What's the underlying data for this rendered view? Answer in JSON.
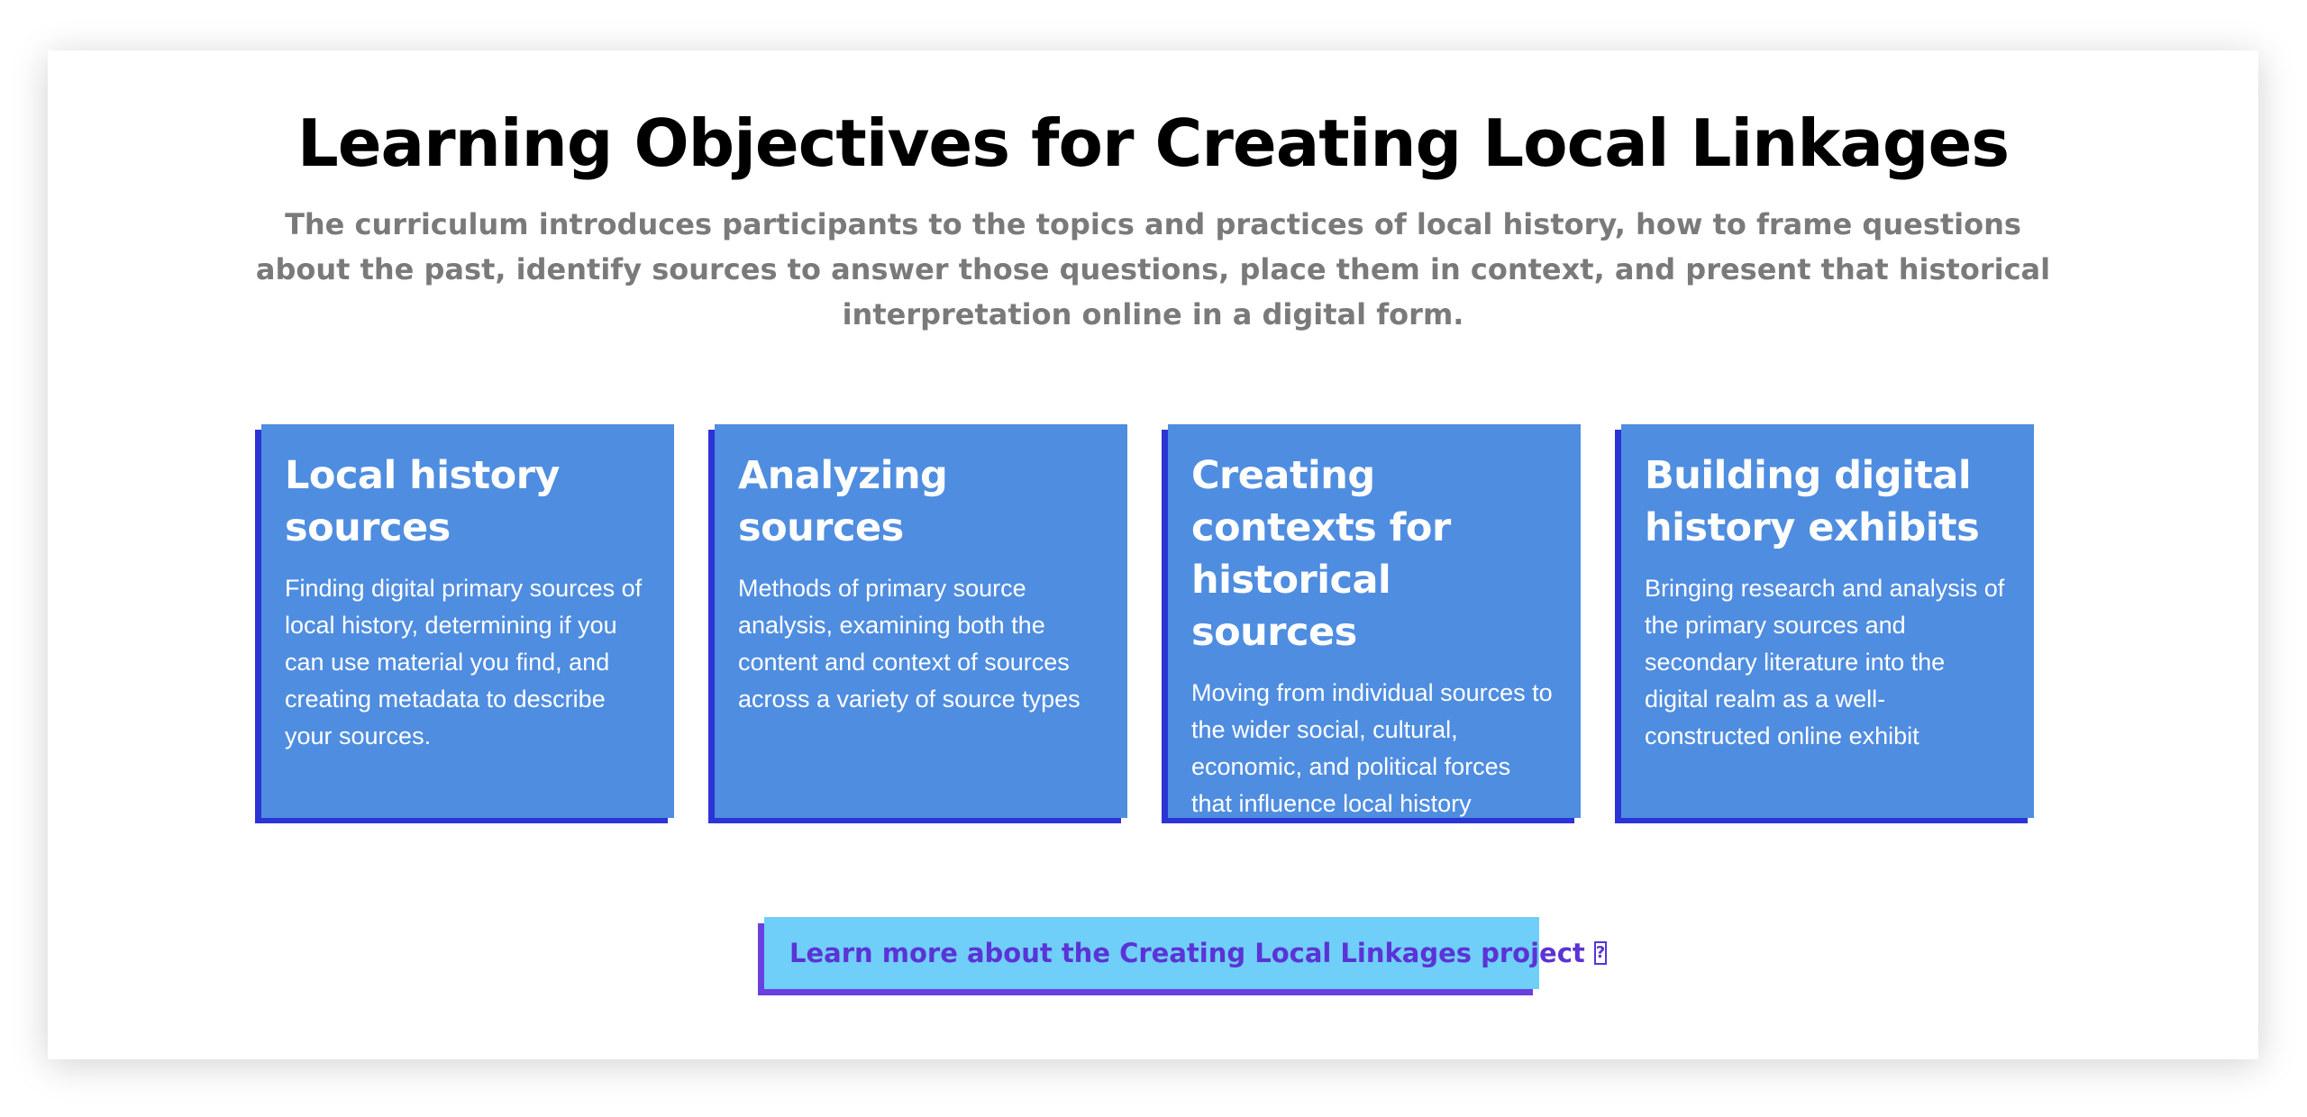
{
  "header": {
    "title": "Learning Objectives for Creating Local Linkages",
    "intro": "The curriculum introduces participants to the topics and practices of local history, how to frame questions about the past, identify sources to answer those questions, place them in context, and present that historical interpretation online in a digital form."
  },
  "cards": [
    {
      "title": "Local history sources",
      "body": "Finding digital primary sources of local history, determining if you can use material you find, and creating metadata to describe your sources."
    },
    {
      "title": "Analyzing sources",
      "body": "Methods of primary source analysis, examining both the content and context of sources across a variety of source types"
    },
    {
      "title": "Creating contexts for historical sources",
      "body": "Moving from individual sources to the wider social, cultural, economic, and political forces that influence local history"
    },
    {
      "title": "Building digital history exhibits",
      "body": "Bringing research and analysis of the primary sources and secondary literature into the digital realm as a well-constructed online exhibit"
    }
  ],
  "cta": {
    "label": "Learn more about the Creating Local Linkages project",
    "icon": "external-link-icon",
    "icon_glyph": "?"
  },
  "colors": {
    "card_bg": "#4f8de0",
    "card_shadow": "#2c34d6",
    "cta_bg": "#6fcff8",
    "cta_text": "#5b33d6",
    "intro_text": "#7a7a7a"
  }
}
